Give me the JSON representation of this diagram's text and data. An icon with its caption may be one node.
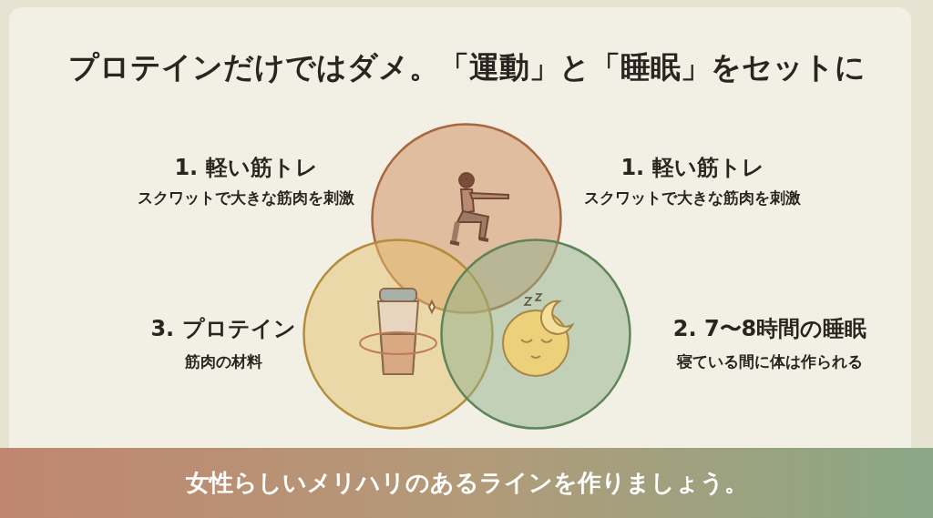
{
  "diagram": {
    "title": "プロテインだけではダメ。「運動」と「睡眠」をセットに",
    "nodes": [
      {
        "text": [],
        "shape": "circle",
        "beside": [
          "1. 軽い筋トレ",
          "スクワットで大きな筋肉を刺激",
          "1. 軽い筋トレ",
          "スクワットで大きな筋肉を刺激"
        ]
      },
      {
        "text": [],
        "shape": "circle",
        "beside": [
          "3. プロテイン",
          "筋肉の材料"
        ]
      },
      {
        "text": [],
        "shape": "circle",
        "beside": [
          "2. 7〜8時間の睡眠",
          "寝ている間に体は作られる"
        ]
      },
      {
        "text": [
          "女性らしいメリハリのあるラインを作りましょう。"
        ]
      }
    ],
    "edges": []
  }
}
